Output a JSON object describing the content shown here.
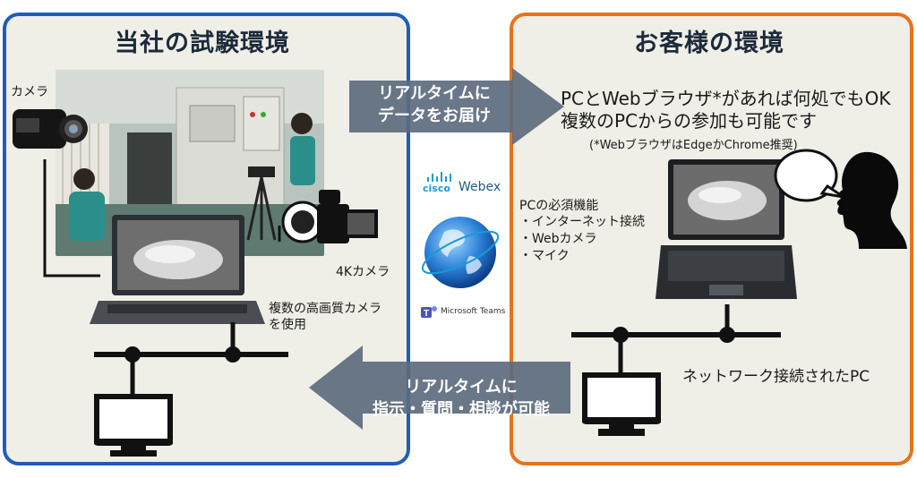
{
  "left": {
    "title": "当社の試験環境",
    "camera_label": "カメラ",
    "camera4k_label": "4Kカメラ",
    "multi_camera_line1": "複数の高画質カメラ",
    "multi_camera_line2": "を使用"
  },
  "right": {
    "title": "お客様の環境",
    "headline_line1": "PCとWebブラウザ*があれば何処でもOK",
    "headline_line2": "複数のPCからの参加も可能です",
    "note": "(*WebブラウザはEdgeかChrome推奨)",
    "requirements_title": "PCの必須機能",
    "requirements": [
      "・インターネット接続",
      "・Webカメラ",
      "・マイク"
    ],
    "network_pc_label": "ネットワーク接続されたPC"
  },
  "arrows": {
    "top_line1": "リアルタイムに",
    "top_line2": "データをお届け",
    "bottom_line1": "リアルタイムに",
    "bottom_line2": "指示・質問・相談が可能"
  },
  "logos": {
    "cisco_text": "cisco",
    "webex_text": "Webex",
    "teams_text": "Microsoft Teams"
  },
  "colors": {
    "left_border": "#1f5db8",
    "right_border": "#e7731c",
    "arrow_fill": "#5c6b7e",
    "panel_bg": "#efeee7"
  }
}
